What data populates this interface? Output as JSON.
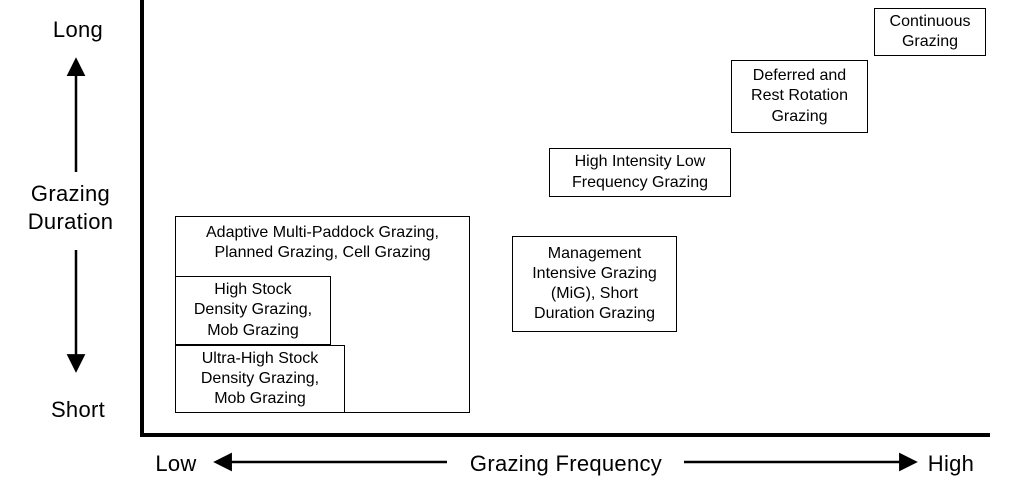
{
  "colors": {
    "ink": "#000000",
    "background": "#ffffff"
  },
  "y_axis": {
    "top_label": "Long",
    "bottom_label": "Short",
    "title": "Grazing\nDuration"
  },
  "x_axis": {
    "left_label": "Low",
    "right_label": "High",
    "title": "Grazing Frequency"
  },
  "boxes": [
    {
      "id": "continuous-grazing",
      "text": "Continuous\nGrazing"
    },
    {
      "id": "deferred-rest-rotation-grazing",
      "text": "Deferred and\nRest Rotation\nGrazing"
    },
    {
      "id": "high-intensity-low-frequency-grazing",
      "text": "High Intensity Low\nFrequency Grazing"
    },
    {
      "id": "management-intensive-grazing",
      "text": "Management\nIntensive Grazing\n(MiG), Short\nDuration Grazing"
    },
    {
      "id": "adaptive-multi-paddock-grazing",
      "text": "Adaptive Multi-Paddock Grazing,\nPlanned Grazing, Cell Grazing"
    },
    {
      "id": "high-stock-density-grazing",
      "text": "High Stock\nDensity Grazing,\nMob Grazing"
    },
    {
      "id": "ultra-high-stock-density-grazing",
      "text": "Ultra-High Stock\nDensity Grazing,\nMob Grazing"
    }
  ]
}
